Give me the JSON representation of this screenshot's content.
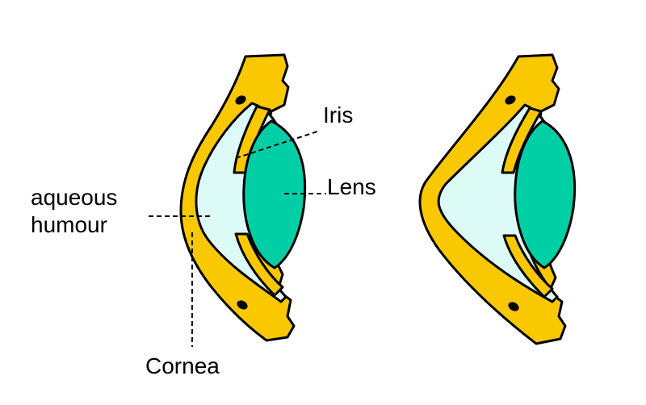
{
  "labels": {
    "iris": "Iris",
    "lens": "Lens",
    "aqueous_line1": "aqueous",
    "aqueous_line2": "humour",
    "cornea": "Cornea"
  },
  "colors": {
    "sclera_cornea": "#F9C800",
    "aqueous_humour": "#DDFBF6",
    "lens": "#00CFA6",
    "outline": "#000000",
    "background": "#FFFFFF"
  },
  "panels": [
    "left eye section with labels",
    "right eye section unlabelled"
  ]
}
